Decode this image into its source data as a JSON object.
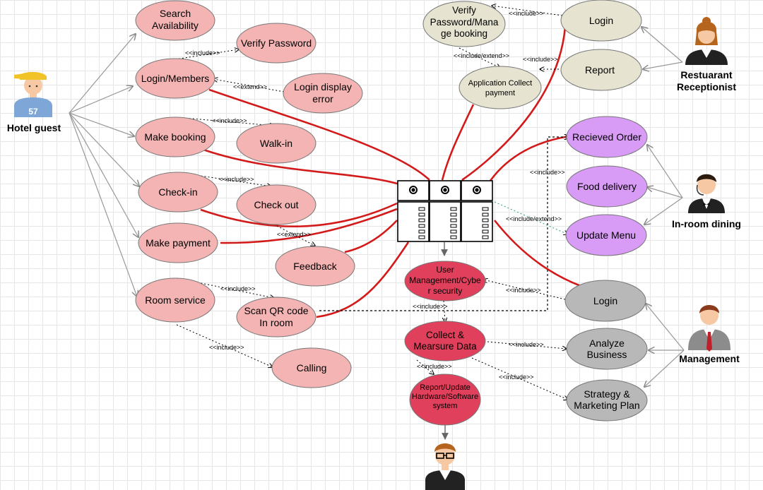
{
  "actors": {
    "hotel_guest": "Hotel guest",
    "receptionist_line1": "Restuarant",
    "receptionist_line2": "Receptionist",
    "in_room_dining": "In-room dining",
    "management": "Management",
    "hotel_guest_shirt_number": "57"
  },
  "use_cases": {
    "search_availability": [
      "Search",
      "Availability"
    ],
    "login_members": [
      "Login/Members"
    ],
    "verify_password": [
      "Verify Password"
    ],
    "login_display_error": [
      "Login display",
      "error"
    ],
    "make_booking": [
      "Make booking"
    ],
    "walk_in": [
      "Walk-in"
    ],
    "check_in": [
      "Check-in"
    ],
    "check_out": [
      "Check out"
    ],
    "make_payment": [
      "Make payment"
    ],
    "feedback": [
      "Feedback"
    ],
    "room_service": [
      "Room service"
    ],
    "scan_qr": [
      "Scan QR code",
      "In room"
    ],
    "calling": [
      "Calling"
    ],
    "verify_manage_booking": [
      "Verify",
      "Password/Mana",
      "ge booking"
    ],
    "app_collect_payment": [
      "Application Collect",
      "payment"
    ],
    "login_reception": [
      "Login"
    ],
    "report": [
      "Report"
    ],
    "received_order": [
      "Recieved Order"
    ],
    "food_delivery": [
      "Food delivery"
    ],
    "update_menu": [
      "Update Menu"
    ],
    "user_management": [
      "User",
      "Management/Cybe",
      "r security"
    ],
    "collect_measure": [
      "Collect &",
      "Mearsure Data"
    ],
    "report_update_hw": [
      "Report/Update",
      "Hardware/Software",
      "system"
    ],
    "login_management": [
      "Login"
    ],
    "analyze_business": [
      "Analyze",
      "Business"
    ],
    "strategy_marketing": [
      "Strategy &",
      "Marketing Plan"
    ]
  },
  "relations": {
    "include": "<<include>>",
    "extend": "<<extend>>",
    "include_extend": "<<include/extend>>"
  },
  "colors": {
    "pink": "#f4b4b4",
    "beige": "#e6e3d0",
    "lilac": "#d89cf6",
    "red": "#e0405b",
    "gray": "#b8b8b8",
    "connector": "#d31a1a"
  }
}
